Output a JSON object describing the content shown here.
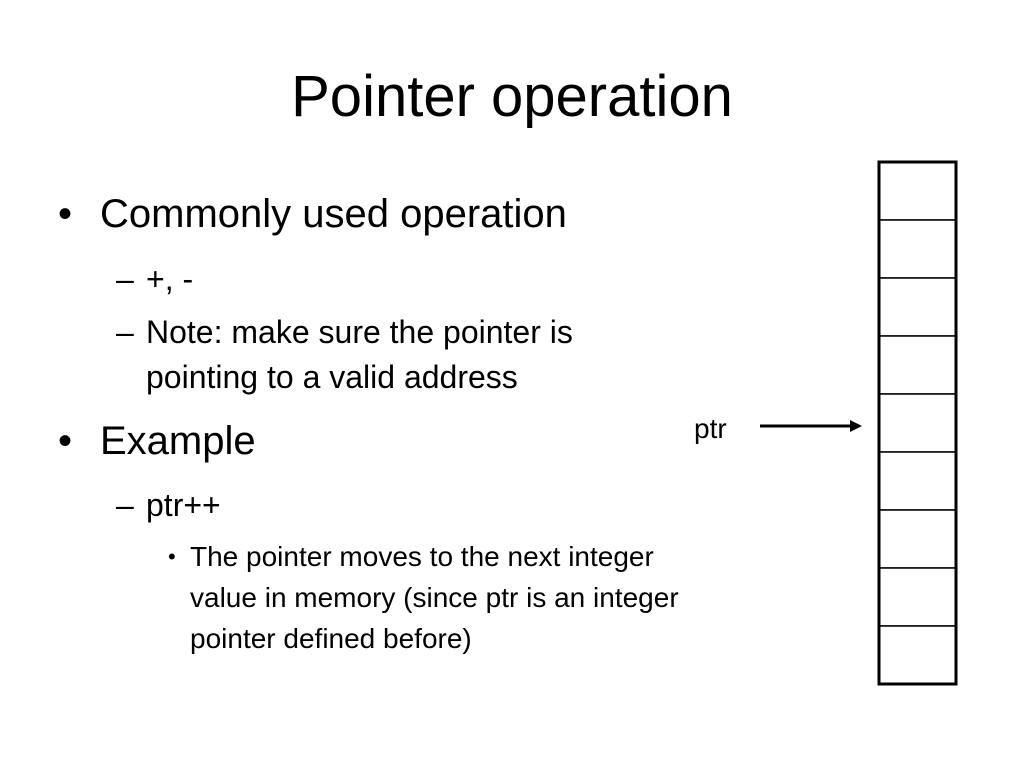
{
  "slide": {
    "title": "Pointer operation",
    "bullets": {
      "b1": {
        "marker": "•",
        "text": "Commonly used operation",
        "sub": {
          "s1": {
            "marker": "–",
            "text": "+, -"
          },
          "s2": {
            "marker": "–",
            "lines": [
              "Note: make sure the pointer is",
              "pointing to a valid address"
            ]
          }
        }
      },
      "b2": {
        "marker": "•",
        "text": "Example",
        "sub": {
          "s1": {
            "marker": "–",
            "text": "ptr++",
            "sub": {
              "s1": {
                "marker": "•",
                "lines": [
                  "The pointer moves to the next integer",
                  "value in memory (since ptr is an integer",
                  "pointer defined before)"
                ]
              }
            }
          }
        }
      }
    },
    "diagram": {
      "pointer_label": "ptr",
      "memory_cell_count": 9,
      "pointed_cell_index": 4
    }
  }
}
